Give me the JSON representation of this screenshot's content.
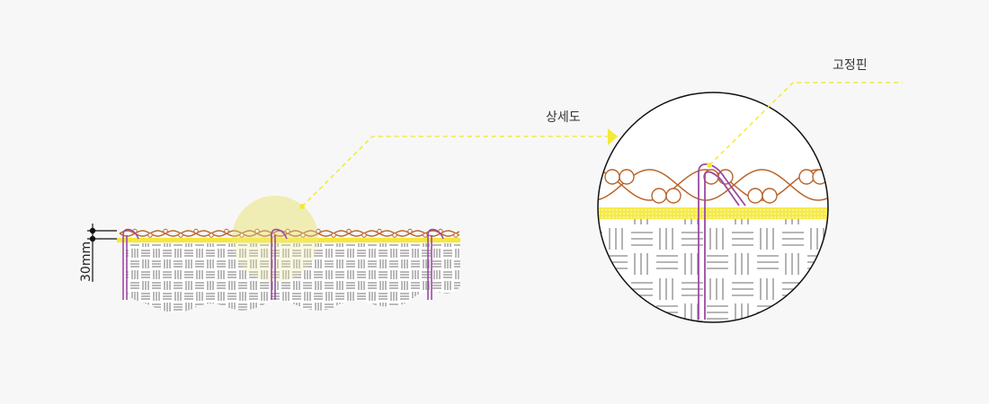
{
  "labels": {
    "detail": "상세도",
    "pin": "고정핀",
    "dimension": "30mm"
  },
  "colors": {
    "background": "#f7f7f7",
    "yellow_line": "#f5e83a",
    "highlight": "#eeeba5",
    "fabric": "#b8642a",
    "pin": "#9b4aa0",
    "base": "#8a8a8a",
    "outline": "#111111"
  }
}
